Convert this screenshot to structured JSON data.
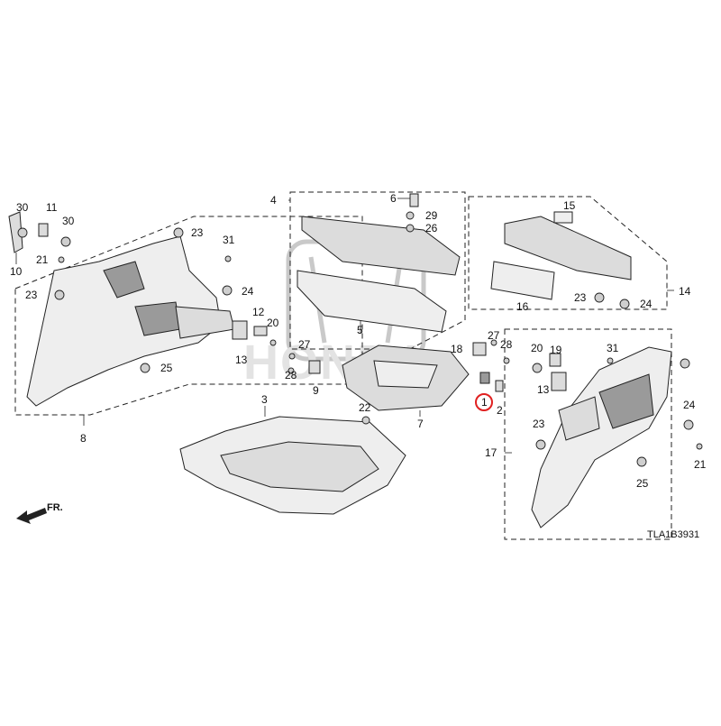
{
  "diagram": {
    "code": "TLA1B3931",
    "direction_label": "FR.",
    "watermark_text": "HONDA",
    "highlight_color": "#e02020",
    "callouts": {
      "c1": "1",
      "c2": "2",
      "c3": "3",
      "c4": "4",
      "c5": "5",
      "c6": "6",
      "c7": "7",
      "c8": "8",
      "c9": "9",
      "c10": "10",
      "c11": "11",
      "c12": "12",
      "c13a": "13",
      "c13b": "13",
      "c14": "14",
      "c15": "15",
      "c16": "16",
      "c17": "17",
      "c18": "18",
      "c19": "19",
      "c20a": "20",
      "c20b": "20",
      "c21a": "21",
      "c21b": "21",
      "c22": "22",
      "c23a": "23",
      "c23b": "23",
      "c23c": "23",
      "c23d": "23",
      "c24a": "24",
      "c24b": "24",
      "c24c": "24",
      "c25a": "25",
      "c25b": "25",
      "c26": "26",
      "c27a": "27",
      "c27b": "27",
      "c28a": "28",
      "c28b": "28",
      "c29": "29",
      "c30a": "30",
      "c30b": "30",
      "c31a": "31",
      "c31b": "31"
    }
  }
}
